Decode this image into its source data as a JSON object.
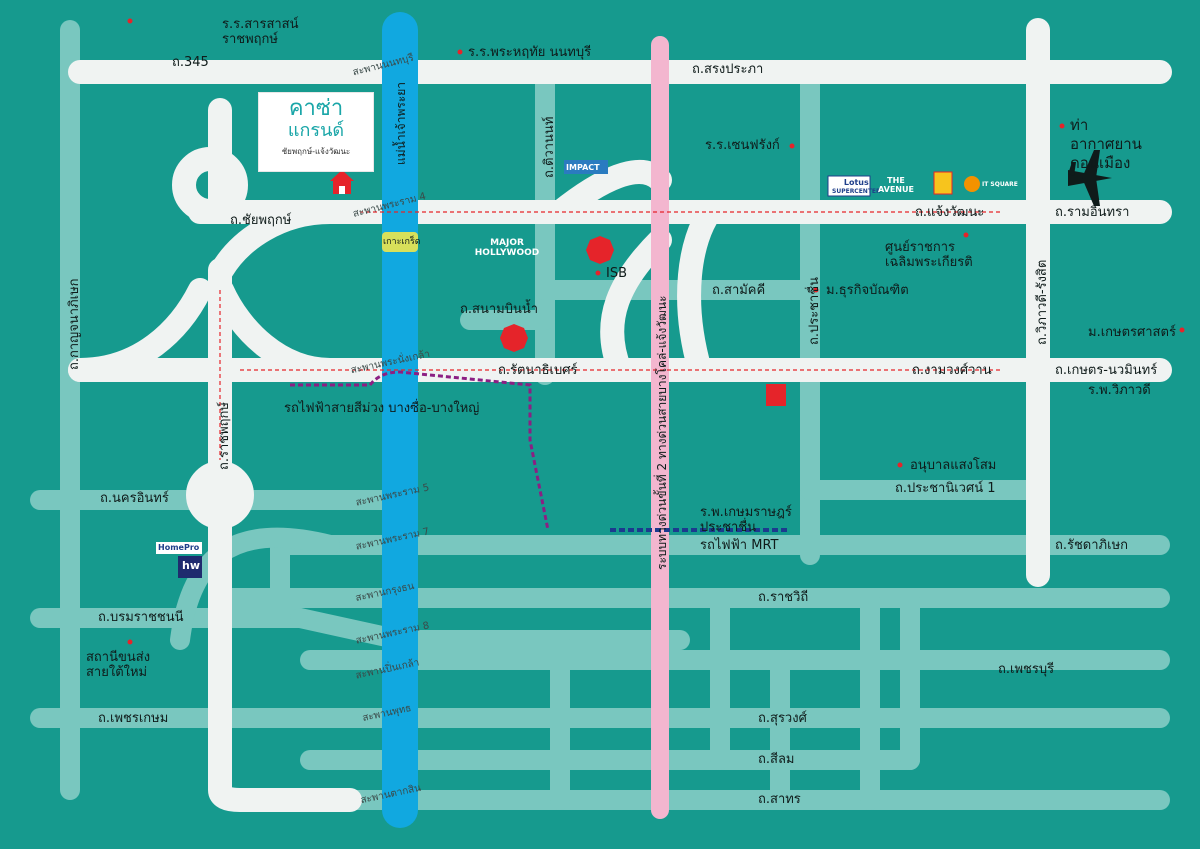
{
  "project": {
    "name_line1": "คาซ่า",
    "name_line2": "แกรนด์",
    "name_line3": "ชัยพฤกษ์-แจ้งวัฒนะ"
  },
  "roads": {
    "r345": "ถ.345",
    "chaiyaphruek": "ถ.ชัยพฤกษ์",
    "kanchanaphisek": "ถ.กาญจนาภิเษก",
    "ratchaphruek": "ถ.ราชพฤกษ์",
    "nakhon_in": "ถ.นครอินทร์",
    "borommaratchachonnani": "ถ.บรมราชชนนี",
    "phetkasem": "ถ.เพชรเกษม",
    "song_prapha": "ถ.สรงประภา",
    "chaeng_watthana": "ถ.แจ้งวัฒนะ",
    "ram_inthra": "ถ.รามอินทรา",
    "tiwanon": "ถ.ติวานนท์",
    "samakkhi": "ถ.สามัคคี",
    "sanam_bin_nam": "ถ.สนามบินน้ำ",
    "rattanathibet": "ถ.รัตนาธิเบศร์",
    "ngamwongwan": "ถ.งามวงศ์วาน",
    "kaset_nawamin": "ถ.เกษตร-นวมินทร์",
    "vibhavadi": "ถ.วิภาวดี-รังสิต",
    "prachachuen": "ถ.ประชาชื่น",
    "prachaniwet1": "ถ.ประชานิเวศน์ 1",
    "ratchadaphisek": "ถ.รัชดาภิเษก",
    "ratchawithi": "ถ.ราชวิถี",
    "phetchaburi": "ถ.เพชรบุรี",
    "surawong": "ถ.สุรวงศ์",
    "silom": "ถ.สีลม",
    "sathon": "ถ.สาทร",
    "expressway": "ระบบทางด่วนขั้นที่ 2 ทางด่วนสายบางโคล่-แจ้งวัฒนะ"
  },
  "bridges": {
    "nonthaburi": "สะพานนนทบุรี",
    "rama4": "สะพานพระราม 4",
    "phra_nang_klao": "สะพานพระนั่งเกล้า",
    "rama5": "สะพานพระราม 5",
    "rama7": "สะพานพระราม 7",
    "krungthon": "สะพานกรุงธน",
    "rama8": "สะพานพระราม 8",
    "pinklao": "สะพานปิ่นเกล้า",
    "phut": "สะพานพุทธ",
    "taksin": "สะพานตากสิน"
  },
  "river": {
    "name": "แม่น้ำเจ้าพระยา",
    "island": "เกาะเกร็ด"
  },
  "places": {
    "school_sarasas": [
      "ร.ร.สารสาสน์",
      "ราชพฤกษ์"
    ],
    "school_phrathai": "ร.ร.พระหฤทัย นนทบุรี",
    "school_saint_francis": "ร.ร.เซนฟรังก์",
    "airport": [
      "ท่าอากาศยาน",
      "ดอนเมือง"
    ],
    "govt_center": [
      "ศูนย์ราชการ",
      "เฉลิมพระเกียรติ"
    ],
    "dhurakij": "ม.ธุรกิจบัณฑิต",
    "kasetsart": "ม.เกษตรศาสตร์",
    "vibhavadi_hospital": "ร.พ.วิภาวดี",
    "anuban": "อนุบาลแสงโสม",
    "kasemrad_hospital": [
      "ร.พ.เกษมราษฎร์",
      "ประชาชื่น"
    ],
    "isb": "ISB",
    "major": [
      "MAJOR",
      "HOLLYWOOD"
    ],
    "bus_terminal": [
      "สถานีขนส่ง",
      "สายใต้ใหม่"
    ]
  },
  "lines": {
    "purple": "รถไฟฟ้าสายสีม่วง บางซื่อ-บางใหญ่",
    "mrt": "รถไฟฟ้า MRT"
  },
  "brands": {
    "impact": "IMPACT",
    "lotus": [
      "Lotus",
      "SUPERCENTER"
    ],
    "avenue": [
      "THE",
      "AVENUE"
    ],
    "itsquare": "IT SQUARE",
    "homepro": "HomePro",
    "hw": "hw"
  },
  "colors": {
    "background": "#169a8e",
    "major_road": "#f0f3f2",
    "minor_road": "#79c7bf",
    "river": "#11a8e0",
    "expressway": "#f3b6cf",
    "purple_line": "#8b1f83",
    "mrt_line": "#1c3a8e",
    "marker": "#e5242a"
  }
}
